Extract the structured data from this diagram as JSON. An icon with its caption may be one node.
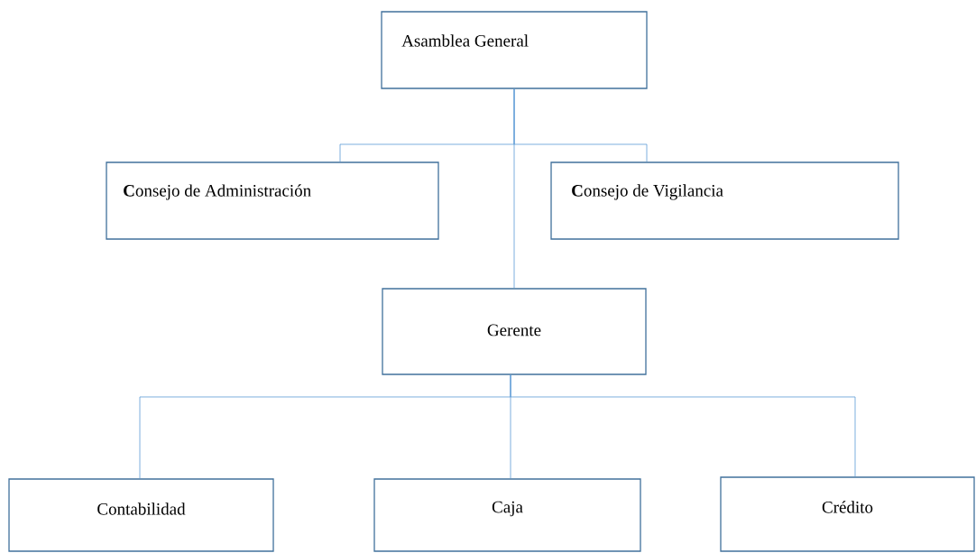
{
  "diagram": {
    "nodes": [
      {
        "text": [
          "Asamblea General"
        ]
      },
      {
        "text": [
          "**C**onsejo de Administración"
        ]
      },
      {
        "text": [
          "**C**onsejo de Vigilancia"
        ]
      },
      {
        "text": [
          "Gerente"
        ]
      },
      {
        "text": [
          "Contabilidad"
        ]
      },
      {
        "text": [
          "Caja"
        ]
      },
      {
        "text": [
          "Crédito"
        ]
      }
    ],
    "edges": [
      {
        "from": 0,
        "to": 1,
        "arrow": "none"
      },
      {
        "from": 0,
        "to": 2,
        "arrow": "none"
      },
      {
        "from": 0,
        "to": 3,
        "arrow": "none"
      },
      {
        "from": 3,
        "to": 4,
        "arrow": "none"
      },
      {
        "from": 3,
        "to": 5,
        "arrow": "none"
      },
      {
        "from": 3,
        "to": 6,
        "arrow": "none"
      }
    ]
  }
}
